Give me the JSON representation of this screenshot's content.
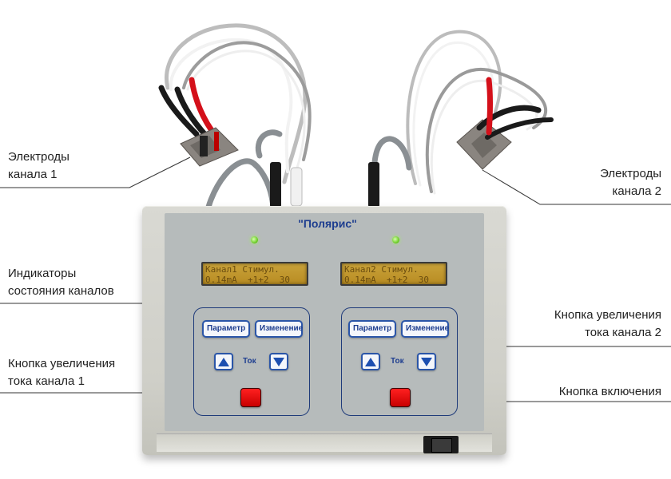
{
  "callouts": {
    "electrodes_ch1": [
      "Электроды",
      "канала 1"
    ],
    "electrodes_ch2": [
      "Электроды",
      "канала 2"
    ],
    "indicators": [
      "Индикаторы",
      "состояния каналов"
    ],
    "current_up_ch1": [
      "Кнопка увеличения",
      "тока канала 1"
    ],
    "current_up_ch2": [
      "Кнопка увеличения",
      "тока канала 2"
    ],
    "power": [
      "Кнопка включения"
    ]
  },
  "device": {
    "title": "\"Полярис\"",
    "channels": [
      {
        "lcd_line1": "Канал1 Стимул.",
        "lcd_line2": "0.14mA  +1+2  30",
        "param_label": "Параметр",
        "change_label": "Изменение",
        "tok_label": "Ток"
      },
      {
        "lcd_line1": "Канал2 Стимул.",
        "lcd_line2": "0.14mA  +1+2  30",
        "param_label": "Параметр",
        "change_label": "Изменение",
        "tok_label": "Ток"
      }
    ]
  },
  "colors": {
    "brand_blue": "#1d3d8f",
    "lcd": "#c29a30",
    "led": "#6fcf2a",
    "stop_red": "#e00000"
  }
}
